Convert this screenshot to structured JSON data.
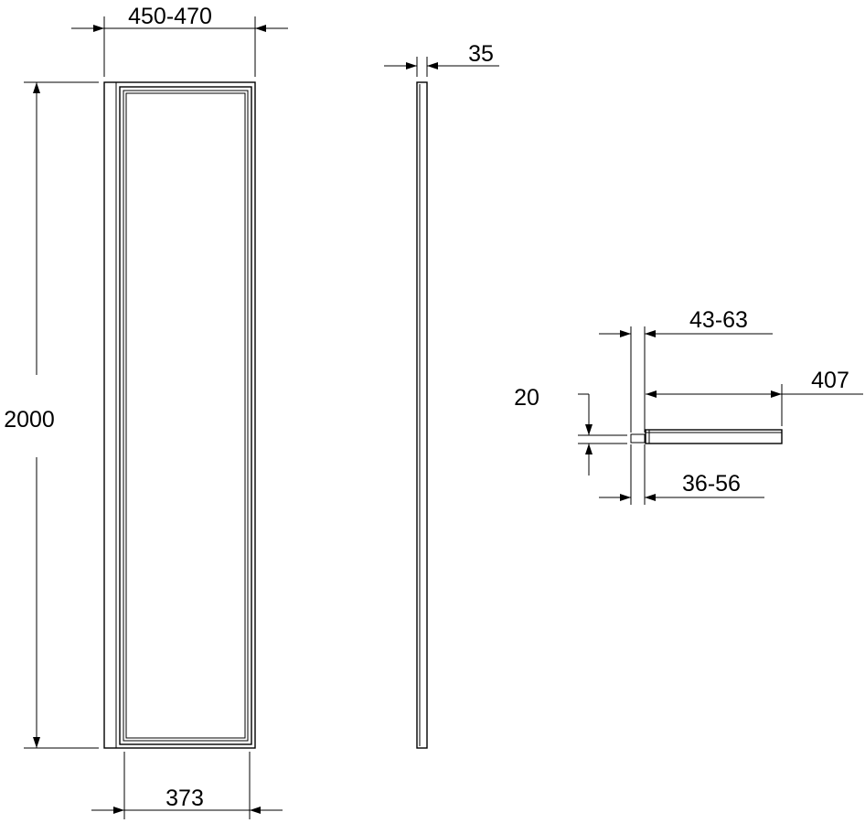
{
  "dimensions": {
    "front_width": "450-470",
    "front_height": "2000",
    "front_inner_width": "373",
    "side_depth": "35",
    "detail_offset": "43-63",
    "detail_shelf_depth": "407",
    "detail_shelf_thickness": "20",
    "detail_lower_offset": "36-56"
  },
  "colors": {
    "line": "#000000",
    "background": "#ffffff"
  }
}
